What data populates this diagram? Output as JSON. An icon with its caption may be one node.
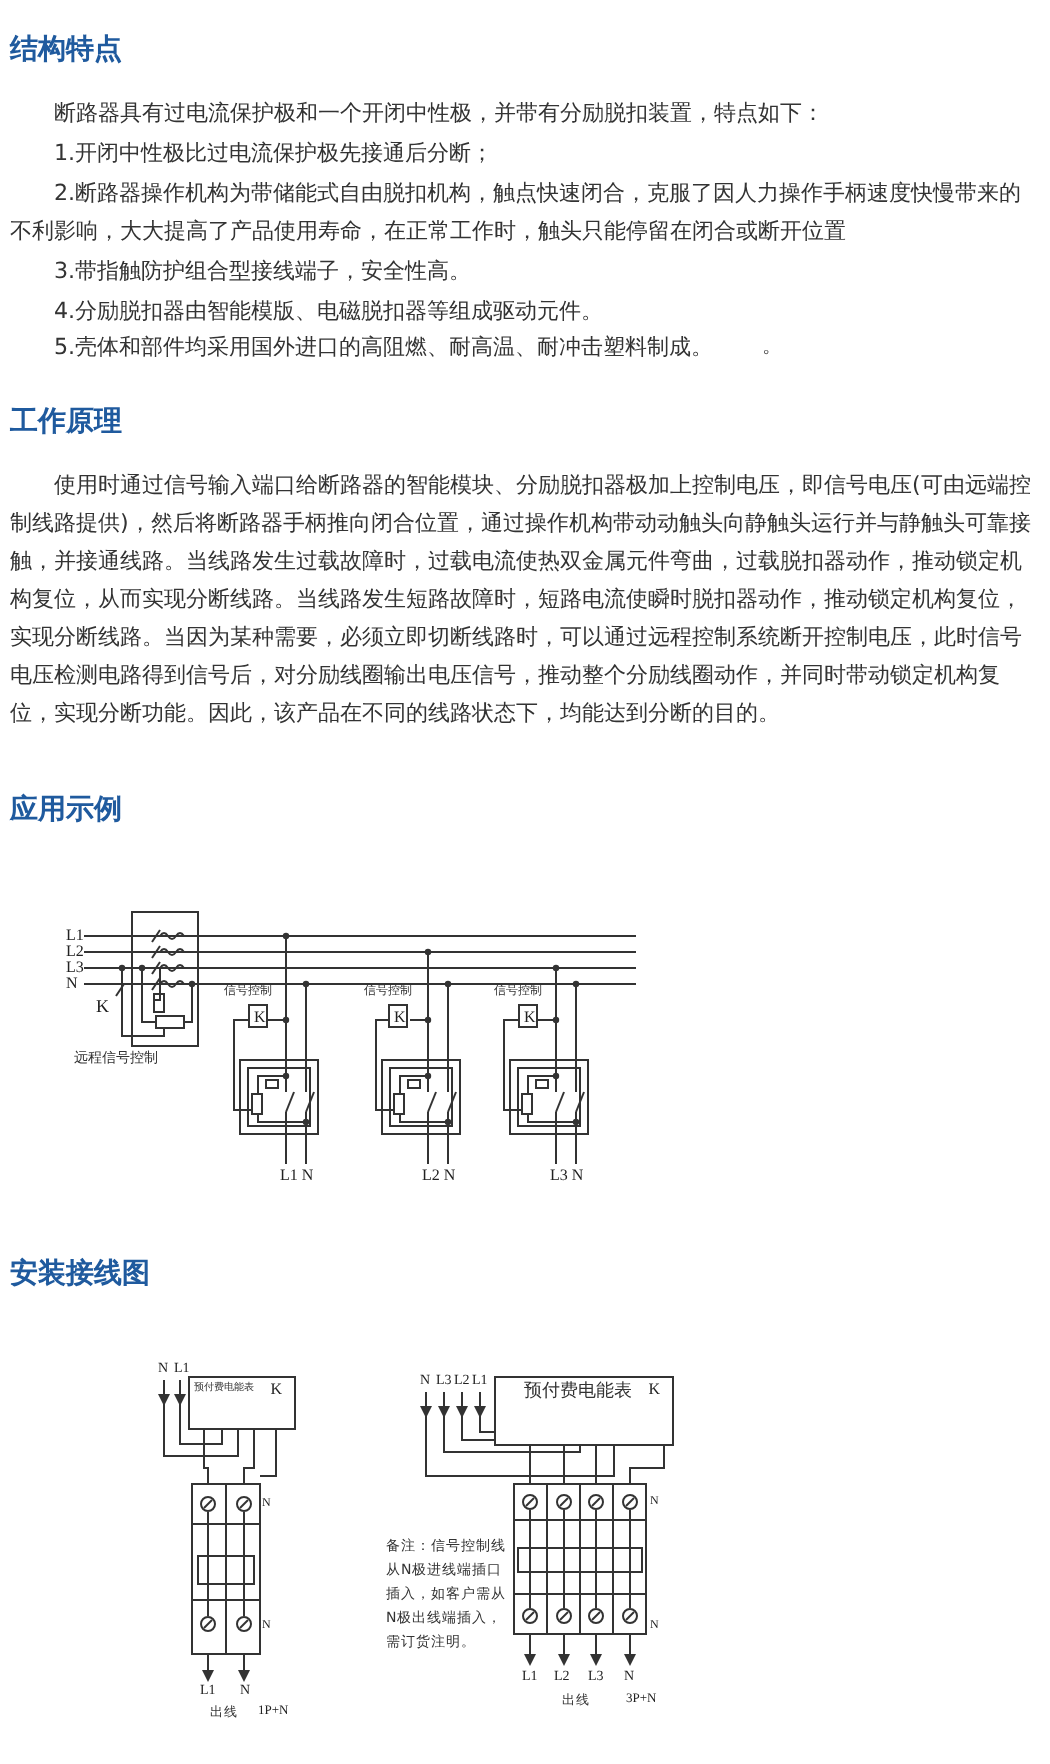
{
  "diagram": {
    "nodes": [
      {
        "text": [
          "K"
        ],
        "beside": [
          "信号控制"
        ]
      },
      {
        "text": [
          "K"
        ],
        "beside": [
          "信号控制"
        ]
      },
      {
        "text": [
          "K"
        ],
        "beside": [
          "信号控制"
        ]
      },
      {
        "text": [
          "预付费电能表",
          "K"
        ]
      },
      {
        "text": [
          "预付费电能表",
          "K"
        ]
      }
    ],
    "labels": [
      "结构特点",
      "断路器具有过电流保护极和一个开闭中性极，并带有分励脱扣装置，特点如下：",
      "1.开闭中性极比过电流保护极先接通后分断；",
      "2.断路器操作机构为带储能式自由脱扣机构，触点快速闭合，克服了因人力操作手柄速度快慢带来的不利影响，大大提高了产品使用寿命，在正常工作时，触头只能停留在闭合或断开位置",
      "3.带指触防护组合型接线端子，安全性高。",
      "4.分励脱扣器由智能模版、电磁脱扣器等组成驱动元件。",
      "5.壳体和部件均采用国外进口的高阻燃、耐高温、耐冲击塑料制成。",
      "。",
      "工作原理",
      "使用时通过信号输入端口给断路器的智能模块、分励脱扣器极加上控制电压，即信号电压(可由远端控制线路提供)，然后将断路器手柄推向闭合位置，通过操作机构带动动触头向静触头运行并与静触头可靠接触，并接通线路。当线路发生过载故障时，过载电流使热双金属元件弯曲，过载脱扣器动作，推动锁定机构复位，从而实现分断线路。当线路发生短路故障时，短路电流使瞬时脱扣器动作，推动锁定机构复位，实现分断线路。当因为某种需要，必须立即切断线路时，可以通过远程控制系统断开控制电压，此时信号电压检测电路得到信号后，对分励线圈输出电压信号，推动整个分励线圈动作，并同时带动锁定机构复位，实现分断功能。因此，该产品在不同的线路状态下，均能达到分断的目的。",
      "应用示例",
      "L1",
      "L2",
      "L3",
      "N",
      "K",
      "远程信号控制",
      "L1 N",
      "L2 N",
      "L3 N",
      "安装接线图",
      "N",
      "L1",
      "N",
      "N",
      "L1",
      "N",
      "出线",
      "1P+N",
      "N",
      "L3",
      "L2",
      "L1",
      "N",
      "N",
      "备注：信号控制线从N极进线端插口插入，如客户需从N极出线端插入，需订货注明。",
      "L1",
      "L2",
      "L3",
      "N",
      "出线",
      "3P+N"
    ]
  }
}
